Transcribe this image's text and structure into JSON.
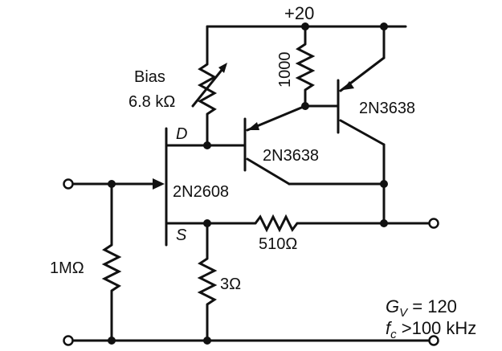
{
  "colors": {
    "ink": "#111111",
    "paper": "#ffffff"
  },
  "labels": {
    "supply": "+20",
    "r_collector": "1000",
    "bias_name": "Bias",
    "bias_value": "6.8 kΩ",
    "q_upper": "2N3638",
    "q_middle": "2N3638",
    "fet": "2N2608",
    "drain": "D",
    "source": "S",
    "r_feedback": "510Ω",
    "r_input": "1MΩ",
    "r_source": "3Ω",
    "gain": "G_V = 120",
    "bandwidth": "f_c > 100 kHz"
  },
  "specs": {
    "gain_symbol": "G",
    "gain_subscript": "V",
    "gain_rest": " = 120",
    "bw_symbol": "f",
    "bw_subscript": "c",
    "bw_rest": " >100 kHz"
  }
}
